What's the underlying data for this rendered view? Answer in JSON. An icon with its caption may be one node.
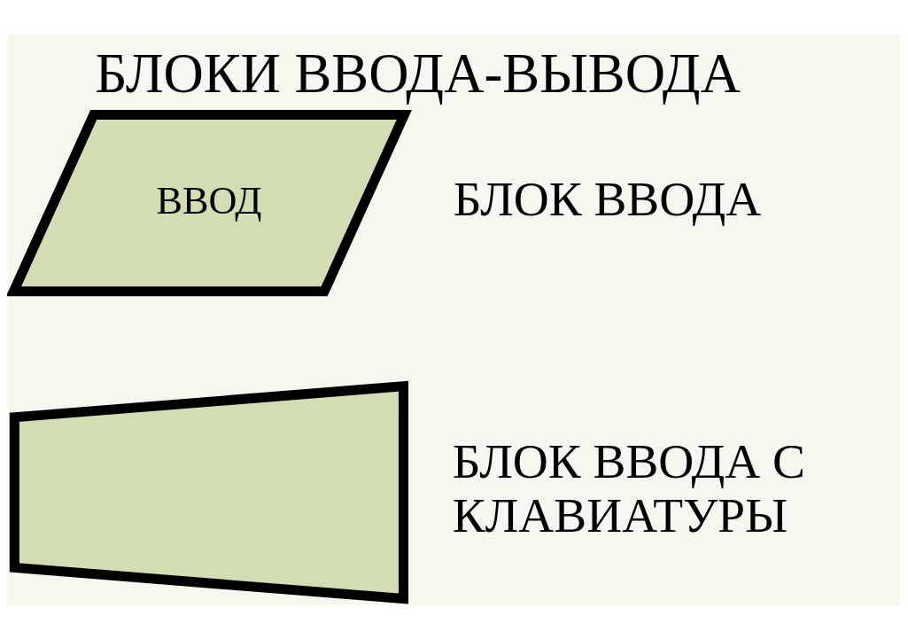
{
  "diagram": {
    "title": "БЛОКИ ВВОДА-ВЫВОДА",
    "nodes": [
      {
        "text": [
          "ВВОД"
        ],
        "beside": [
          "БЛОК ВВОДА"
        ]
      },
      {
        "text": [],
        "shape": "trapezoid",
        "beside": [
          "БЛОК ВВОДА С КЛАВИАТУРЫ"
        ]
      }
    ],
    "edges": []
  }
}
